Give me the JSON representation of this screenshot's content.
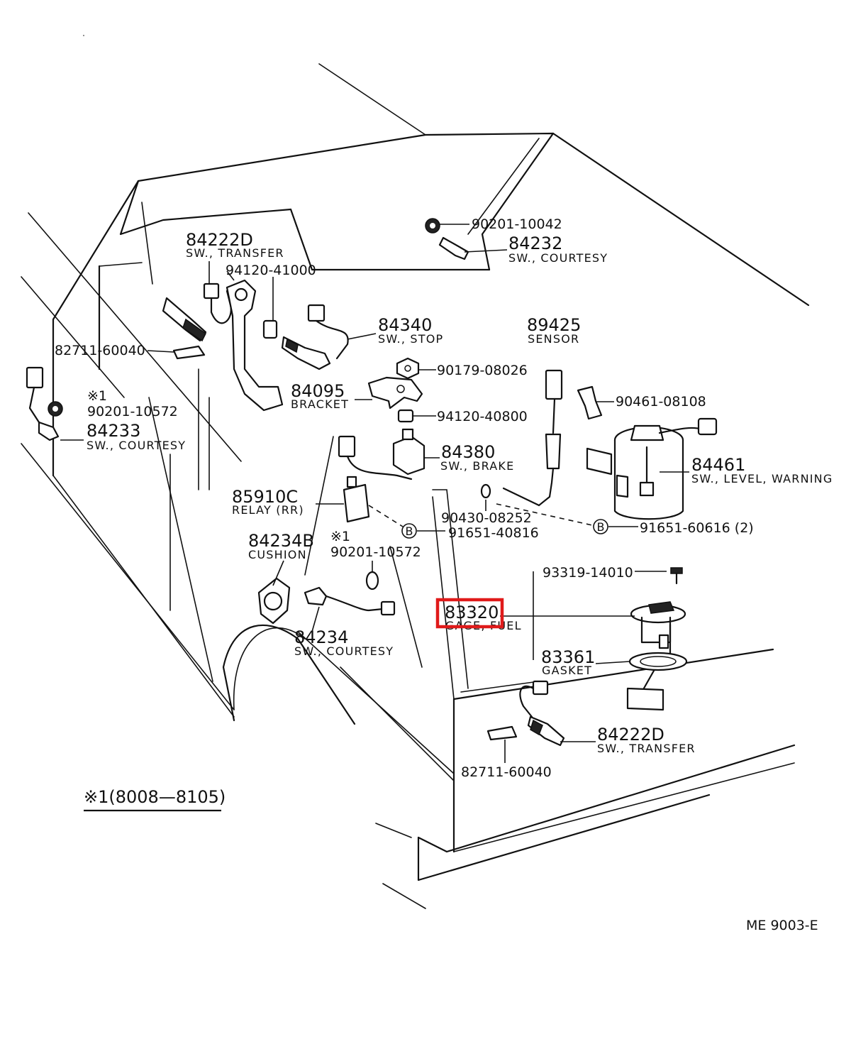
{
  "colors": {
    "ink": "#111111",
    "highlight": "#e01a1a",
    "background": "#ffffff"
  },
  "labels": {
    "p84222D_top": {
      "number": "84222D",
      "desc": "SW., TRANSFER"
    },
    "p94120_41000": {
      "number": "94120-41000"
    },
    "p90201_10042": {
      "number": "90201-10042"
    },
    "p84232": {
      "number": "84232",
      "desc": "SW., COURTESY"
    },
    "p84340": {
      "number": "84340",
      "desc": "SW., STOP"
    },
    "p89425": {
      "number": "89425",
      "desc": "SENSOR"
    },
    "p82711_top": {
      "number": "82711-60040"
    },
    "p90179": {
      "number": "90179-08026"
    },
    "p84095": {
      "number": "84095",
      "desc": "BRACKET"
    },
    "p90461": {
      "number": "90461-08108"
    },
    "p90201_10572_left": {
      "mark": "※1",
      "number": "90201-10572"
    },
    "p94120_40800": {
      "number": "94120-40800"
    },
    "p84233": {
      "number": "84233",
      "desc": "SW., COURTESY"
    },
    "p84380": {
      "number": "84380",
      "desc": "SW., BRAKE"
    },
    "p84461": {
      "number": "84461",
      "desc": "SW., LEVEL, WARNING"
    },
    "p85910C": {
      "number": "85910C",
      "desc": "RELAY (RR)"
    },
    "p90430": {
      "number": "90430-08252"
    },
    "p91651_40816": {
      "number": "91651-40816",
      "circle": "B"
    },
    "p91651_60616": {
      "number": "91651-60616 (2)",
      "circle": "B"
    },
    "p84234B": {
      "number": "84234B",
      "desc": "CUSHION"
    },
    "p90201_10572_mid": {
      "mark": "※1",
      "number": "90201-10572"
    },
    "p93319": {
      "number": "93319-14010"
    },
    "p83320": {
      "number": "83320",
      "desc": "GAGE, FUEL"
    },
    "p84234": {
      "number": "84234",
      "desc": "SW., COURTESY"
    },
    "p83361": {
      "number": "83361",
      "desc": "GASKET"
    },
    "p84222D_bottom": {
      "number": "84222D",
      "desc": "SW., TRANSFER"
    },
    "p82711_bottom": {
      "number": "82711-60040"
    }
  },
  "footnote": "※1(8008—8105)",
  "diagram_id": "ME  9003-E"
}
